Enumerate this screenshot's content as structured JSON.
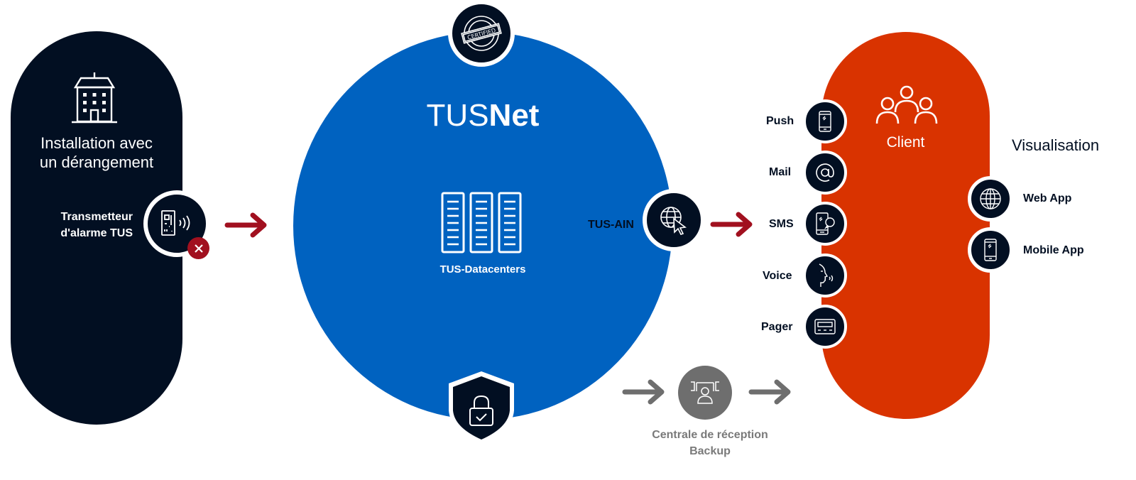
{
  "colors": {
    "navy": "#020f22",
    "blue": "#0062c0",
    "orange": "#d93300",
    "red_arrow": "#a1101f",
    "gray": "#6e6e6e"
  },
  "installation": {
    "title_line1": "Installation avec",
    "title_line2": "un dérangement",
    "building_icon": "building-icon",
    "transmitter": {
      "label_line1": "Transmetteur",
      "label_line2": "d'alarme TUS",
      "icon": "alarm-transmitter-icon",
      "status_icon": "error-x-icon"
    }
  },
  "tusnet": {
    "title_light": "TUS",
    "title_bold": "Net",
    "certified_icon": "certified-stamp-icon",
    "certified_text": "CERTIFIED",
    "datacenters_label": "TUS-Datacenters",
    "datacenters_icon": "server-racks-icon",
    "security_icon": "shield-lock-icon",
    "ain": {
      "label": "TUS-AIN",
      "icon": "globe-cursor-icon"
    }
  },
  "channels": [
    {
      "label": "Push",
      "icon": "smartphone-icon"
    },
    {
      "label": "Mail",
      "icon": "at-sign-icon"
    },
    {
      "label": "SMS",
      "icon": "phone-chat-icon"
    },
    {
      "label": "Voice",
      "icon": "voice-face-icon"
    },
    {
      "label": "Pager",
      "icon": "pager-icon"
    }
  ],
  "client": {
    "label": "Client",
    "icon": "group-users-icon"
  },
  "visualisation": {
    "title": "Visualisation",
    "items": [
      {
        "label": "Web App",
        "icon": "globe-icon"
      },
      {
        "label": "Mobile App",
        "icon": "smartphone-icon"
      }
    ]
  },
  "backup": {
    "label_line1": "Centrale de réception",
    "label_line2": "Backup",
    "icon": "operator-desk-icon"
  }
}
